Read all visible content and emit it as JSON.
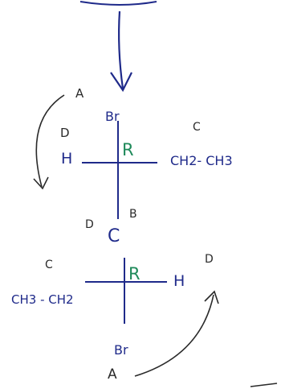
{
  "colors": {
    "ink_blue": "#1f2a8a",
    "ink_dark": "#2a2a2a",
    "ink_green": "#1f8a5a"
  },
  "projection_1": {
    "top": "Br",
    "left": "H",
    "right": "CH2- CH3",
    "bottom": "C",
    "configuration": "R",
    "label_top_left": "A",
    "label_left": "D",
    "label_right": "C",
    "label_bottom_right": "B",
    "label_bottom_left": "D"
  },
  "projection_2": {
    "top": "C",
    "left": "CH3 - CH2",
    "right": "H",
    "bottom": "Br",
    "configuration": "R",
    "label_left": "C",
    "label_right": "D",
    "label_bottom": "A"
  }
}
